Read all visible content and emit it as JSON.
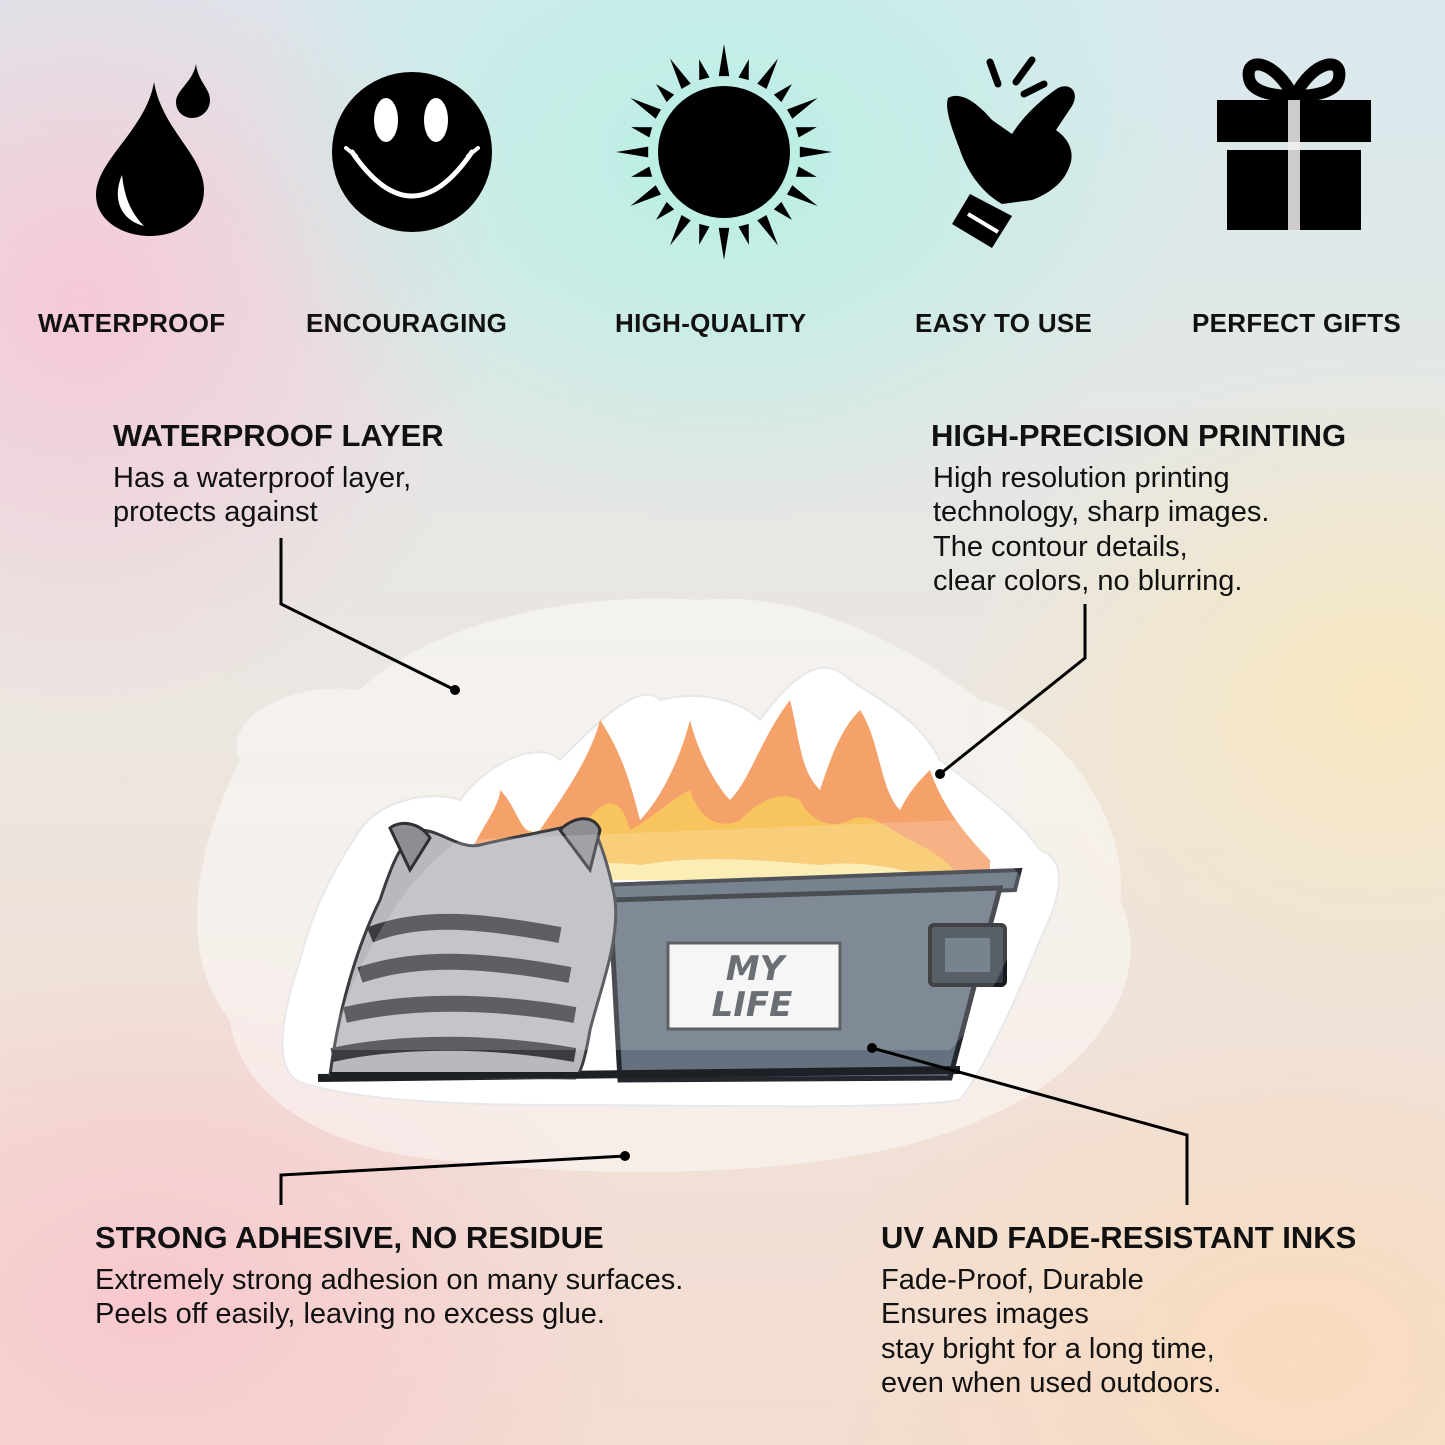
{
  "features": [
    {
      "icon": "water-drop-icon",
      "label": "WATERPROOF"
    },
    {
      "icon": "smiley-face-icon",
      "label": "ENCOURAGING"
    },
    {
      "icon": "sun-icon",
      "label": "HIGH-QUALITY"
    },
    {
      "icon": "snapping-hand-icon",
      "label": "EASY TO USE"
    },
    {
      "icon": "gift-box-icon",
      "label": "PERFECT GIFTS"
    }
  ],
  "callouts": {
    "waterproof_layer": {
      "title": "WATERPROOF LAYER",
      "lines": [
        "Has a waterproof layer,",
        "protects against"
      ]
    },
    "printing": {
      "title": "HIGH-PRECISION PRINTING",
      "lines": [
        "High resolution printing",
        "technology, sharp images.",
        "The contour details,",
        "clear colors, no blurring."
      ]
    },
    "adhesive": {
      "title": "STRONG ADHESIVE, NO RESIDUE",
      "lines": [
        "Extremely strong adhesion on many surfaces.",
        "Peels off easily, leaving no excess glue."
      ]
    },
    "inks": {
      "title": "UV AND FADE-RESISTANT INKS",
      "lines": [
        "Fade-Proof, Durable",
        "Ensures images",
        "stay bright for a long time,",
        "even when used outdoors."
      ]
    }
  },
  "sticker": {
    "sign_line1": "MY",
    "sign_line2": "LIFE"
  }
}
